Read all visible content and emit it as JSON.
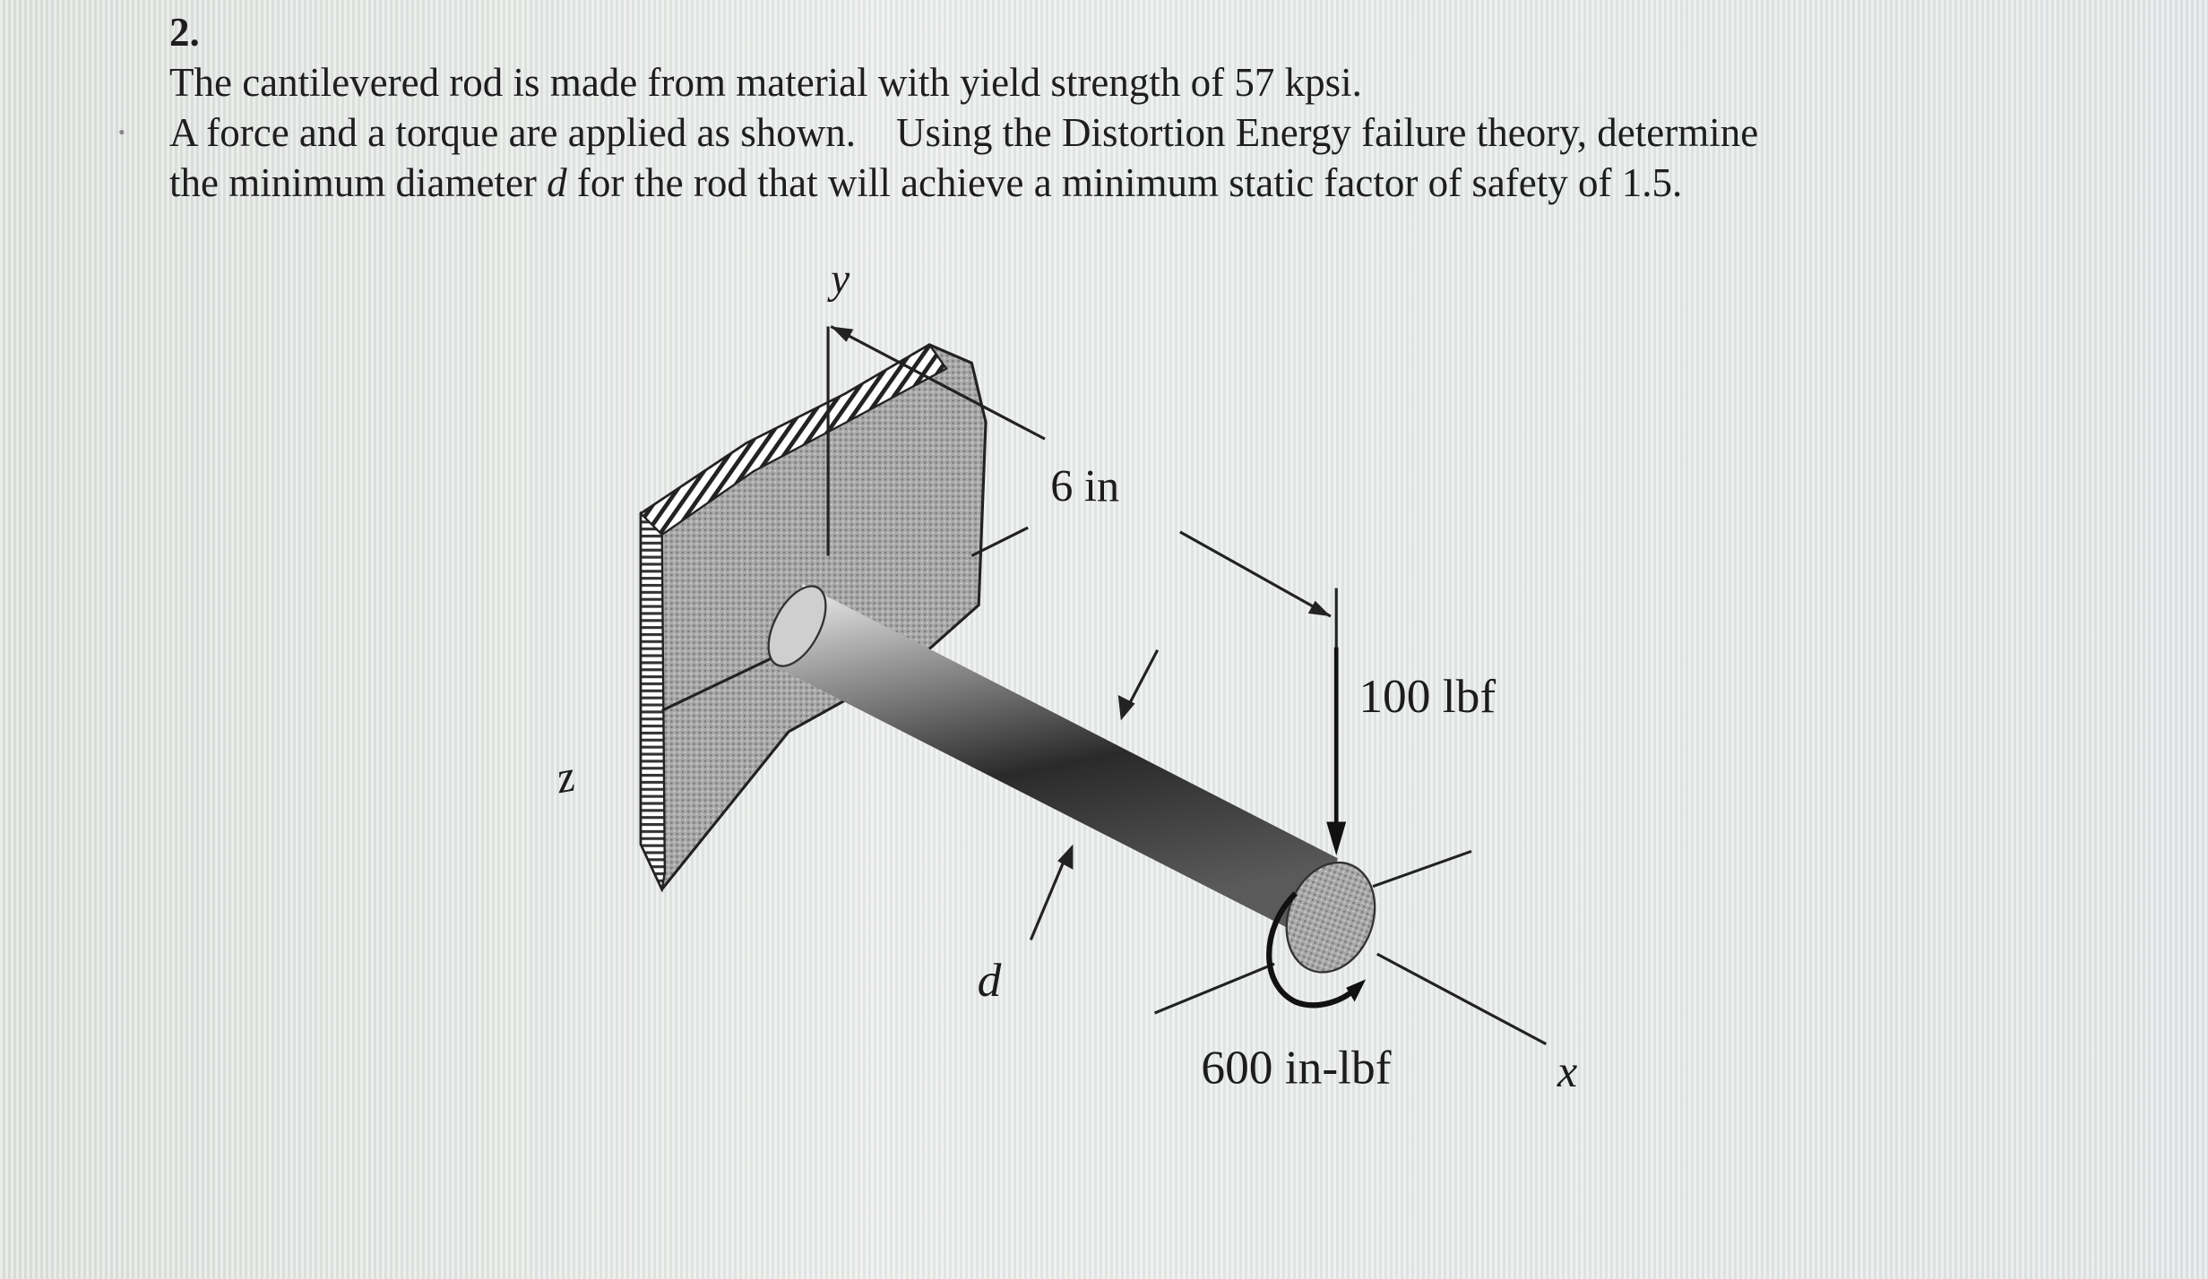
{
  "problem": {
    "number": "2.",
    "lines": [
      "The cantilevered rod is made from material with yield strength of 57 kpsi.",
      "A force and a torque are applied as shown.    Using the Distortion Energy failure theory, determine",
      "the minimum diameter ",
      "d",
      " for the rod that will achieve a minimum static factor of safety of 1.5."
    ]
  },
  "figure": {
    "labels": {
      "y_axis": "y",
      "z_axis": "z",
      "x_axis": "x",
      "length": "6 in",
      "force": "100 lbf",
      "diameter": "d",
      "torque": "600 in-lbf"
    }
  }
}
